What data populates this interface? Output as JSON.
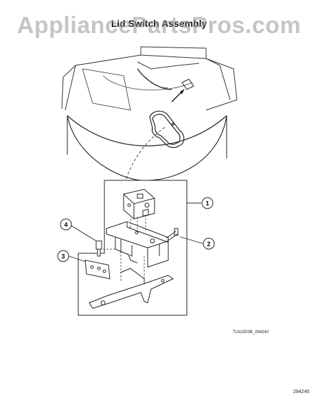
{
  "watermark": "AppliancePartsPros.com",
  "title": "Lid Switch Assembly",
  "callouts": [
    {
      "number": "1"
    },
    {
      "number": "2"
    },
    {
      "number": "3"
    },
    {
      "number": "4"
    }
  ],
  "figure_code": "TLN1503B_294240",
  "page_code": "294240"
}
